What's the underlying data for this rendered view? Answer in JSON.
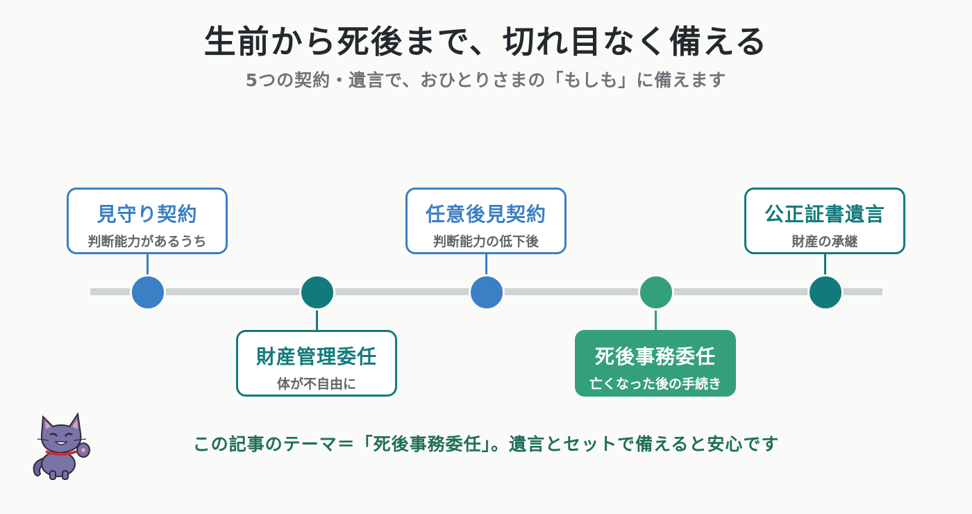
{
  "title": "生前から死後まで、切れ目なく備える",
  "subtitle": "5つの契約・遺言で、おひとりさまの「もしも」に備えます",
  "colors": {
    "blue": "#3b7fc4",
    "teal": "#137a7c",
    "green": "#34a07a",
    "track": "#ced3d4"
  },
  "stages": [
    {
      "title": "見守り契約",
      "subtitle": "判断能力があるうち",
      "color": "blue",
      "position": "above"
    },
    {
      "title": "財産管理委任",
      "subtitle": "体が不自由に",
      "color": "teal",
      "position": "below"
    },
    {
      "title": "任意後見契約",
      "subtitle": "判断能力の低下後",
      "color": "blue",
      "position": "above"
    },
    {
      "title": "死後事務委任",
      "subtitle": "亡くなった後の手続き",
      "color": "green",
      "position": "below",
      "highlighted": true
    },
    {
      "title": "公正証書遺言",
      "subtitle": "財産の承継",
      "color": "teal",
      "position": "above"
    }
  ],
  "footer": "この記事のテーマ＝「死後事務委任」。遺言とセットで備えると安心です",
  "mascot_icon": "cat-mascot-icon"
}
